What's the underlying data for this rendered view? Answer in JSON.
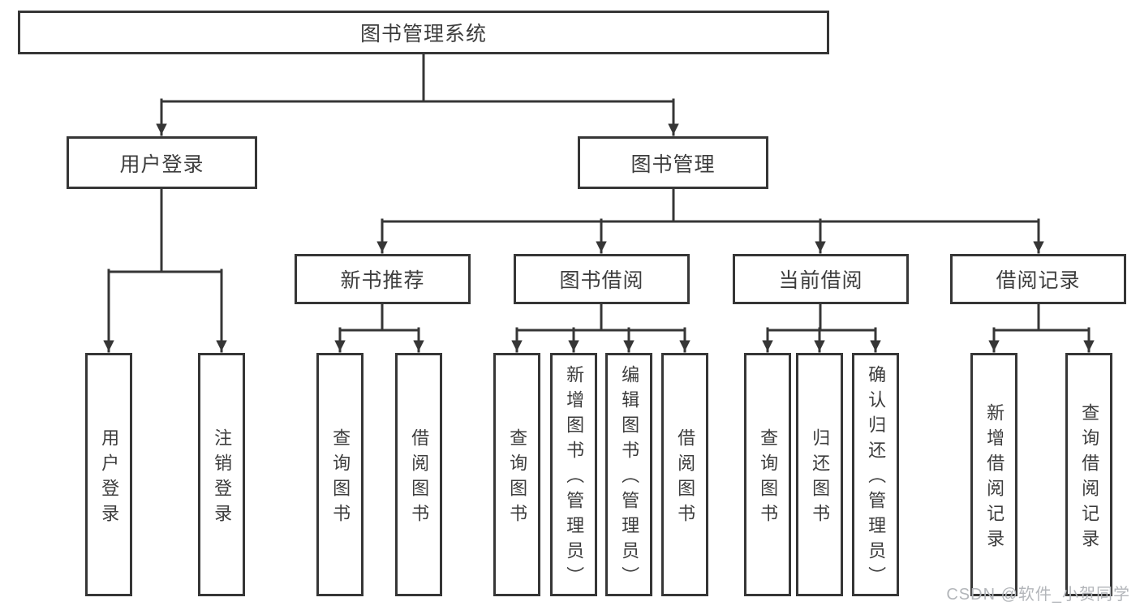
{
  "tree": {
    "root": {
      "label": "图书管理系统",
      "children": [
        {
          "label": "用户登录",
          "children": [
            {
              "label": "用户登录"
            },
            {
              "label": "注销登录"
            }
          ]
        },
        {
          "label": "图书管理",
          "children": [
            {
              "label": "新书推荐",
              "children": [
                {
                  "label": "查询图书"
                },
                {
                  "label": "借阅图书"
                }
              ]
            },
            {
              "label": "图书借阅",
              "children": [
                {
                  "label": "查询图书"
                },
                {
                  "label": "新增图书（管理员）"
                },
                {
                  "label": "编辑图书（管理员）"
                },
                {
                  "label": "借阅图书"
                }
              ]
            },
            {
              "label": "当前借阅",
              "children": [
                {
                  "label": "查询图书"
                },
                {
                  "label": "归还图书"
                },
                {
                  "label": "确认归还（管理员）"
                }
              ]
            },
            {
              "label": "借阅记录",
              "children": [
                {
                  "label": "新增借阅记录"
                },
                {
                  "label": "查询借阅记录"
                }
              ]
            }
          ]
        }
      ]
    }
  },
  "watermark": {
    "text": "CSDN @软件_小贺同学"
  },
  "colors": {
    "line": "#363636",
    "text": "#3d3d3d",
    "watermark": "#b3b6ba",
    "background": "#ffffff"
  }
}
